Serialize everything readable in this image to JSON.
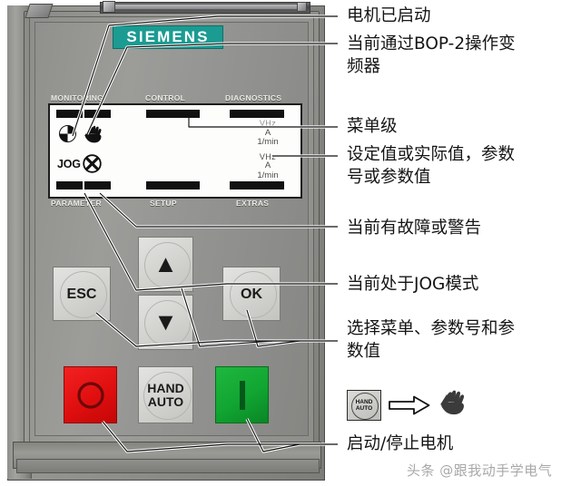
{
  "device": {
    "brand": "SIEMENS",
    "model_panel": "BOP-2",
    "menu_top": [
      "MONITORING",
      "CONTROL",
      "DIAGNOSTICS"
    ],
    "menu_bottom": [
      "PARAMETER",
      "SETUP",
      "EXTRAS"
    ],
    "display": {
      "jog_label": "JOG",
      "icons": [
        {
          "name": "motor-running-icon",
          "desc": "quartered-circle"
        },
        {
          "name": "hand-control-icon",
          "desc": "hand"
        },
        {
          "name": "fault-warning-icon",
          "desc": "circled-x"
        }
      ],
      "units_group_1": [
        "VHz",
        "A",
        "1/min"
      ],
      "units_group_2": [
        "VHz",
        "A",
        "1/min"
      ]
    },
    "keys": {
      "esc": "ESC",
      "ok": "OK",
      "up": "▲",
      "down": "▼",
      "hand_auto_line1": "HAND",
      "hand_auto_line2": "AUTO",
      "stop": "O",
      "start": "I"
    }
  },
  "annotations": [
    {
      "id": "motor-started",
      "text": "电机已启动"
    },
    {
      "id": "bop2-control",
      "text": "当前通过BOP-2操作变\n频器"
    },
    {
      "id": "menu-level",
      "text": "菜单级"
    },
    {
      "id": "setpoint-value",
      "text": "设定值或实际值，参数\n号或参数值"
    },
    {
      "id": "fault-warning",
      "text": "当前有故障或警告"
    },
    {
      "id": "jog-mode",
      "text": "当前处于JOG模式"
    },
    {
      "id": "select-menu",
      "text": "选择菜单、参数号和参\n数值"
    },
    {
      "id": "start-stop",
      "text": "启动/停止电机"
    }
  ],
  "legend": {
    "key_line1": "HAND",
    "key_line2": "AUTO",
    "arrow": "→",
    "result_icon": "hand-icon"
  },
  "watermark": "头条 @跟我动手学电气",
  "colors": {
    "brand_teal": "#1b9b92",
    "stop_red": "#e00f0f",
    "start_green": "#11a531",
    "body_grey": "#91918e",
    "lcd_white": "#fdfdfb"
  }
}
